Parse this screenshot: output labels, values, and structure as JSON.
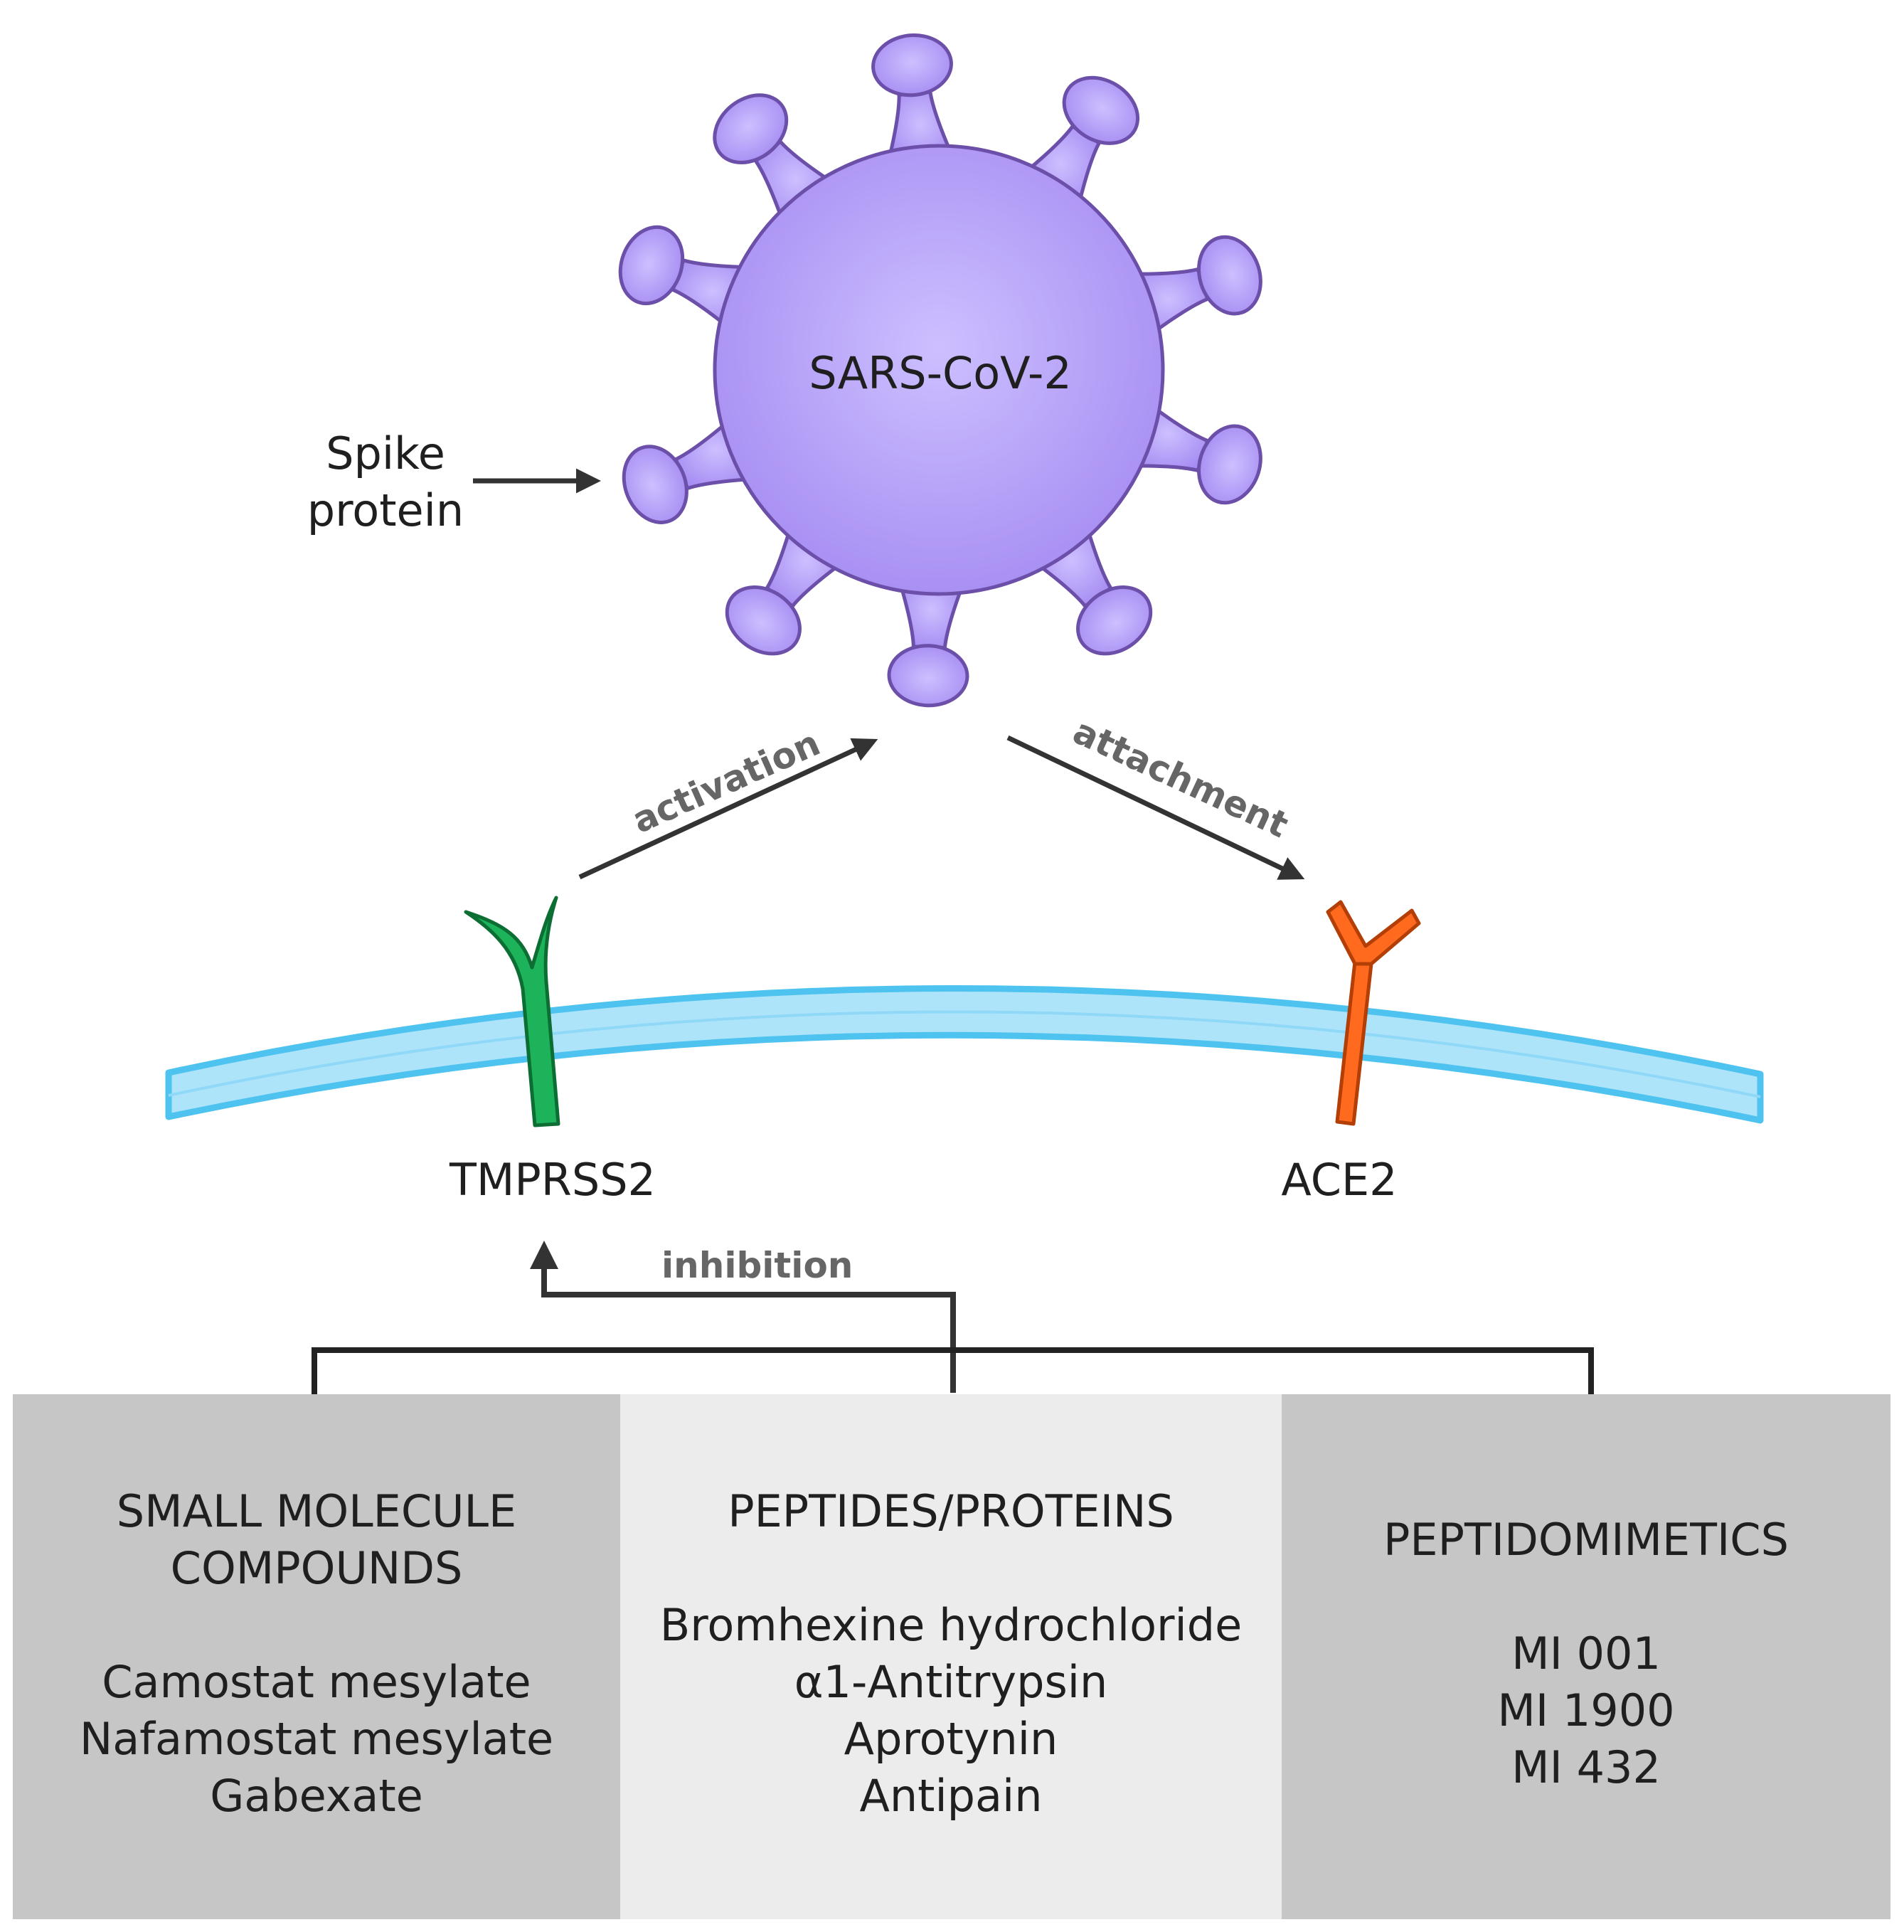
{
  "virus": {
    "label": "SARS-CoV-2",
    "fill": "#b7a6f7",
    "stroke": "#6b4fa8"
  },
  "spike": {
    "label_line1": "Spike",
    "label_line2": "protein"
  },
  "arrows": {
    "activation": "activation",
    "attachment": "attachment",
    "inhibition": "inhibition",
    "label_color": "#666666",
    "line_color": "#333333"
  },
  "membrane": {
    "fill": "#aee4fa",
    "stroke": "#4fc3f0"
  },
  "receptors": {
    "tmprss2": {
      "label": "TMPRSS2",
      "color": "#1db35a"
    },
    "ace2": {
      "label": "ACE2",
      "color": "#ff6a1f"
    }
  },
  "panels": [
    {
      "heading": [
        "SMALL MOLECULE",
        "COMPOUNDS"
      ],
      "items": [
        "Camostat mesylate",
        "Nafamostat mesylate",
        "Gabexate"
      ],
      "bg": "#c6c6c6"
    },
    {
      "heading": [
        "PEPTIDES/PROTEINS"
      ],
      "items": [
        "Bromhexine hydrochloride",
        "α1-Antitrypsin",
        "Aprotynin",
        "Antipain"
      ],
      "bg": "#ececec"
    },
    {
      "heading": [
        "PEPTIDOMIMETICS"
      ],
      "items": [
        "MI 001",
        "MI 1900",
        "MI 432"
      ],
      "bg": "#c6c6c6"
    }
  ]
}
